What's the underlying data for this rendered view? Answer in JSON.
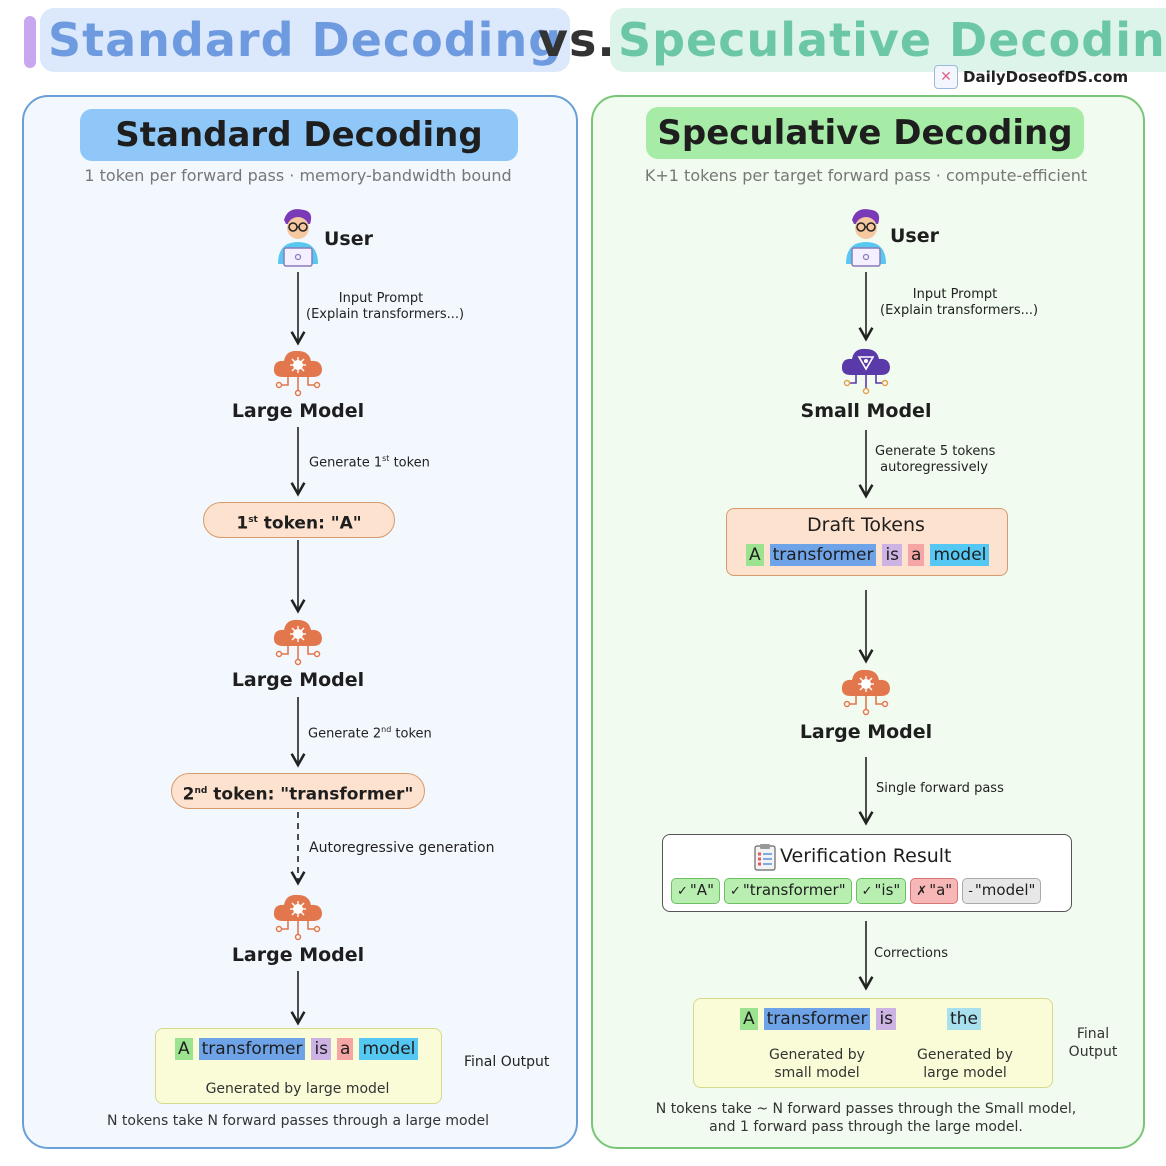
{
  "header": {
    "title_left": "Standard Decoding",
    "vs": "vs.",
    "title_right": "Speculative Decoding",
    "brand": "DailyDoseofDS.com"
  },
  "left": {
    "title": "Standard Decoding",
    "subtitle": "1 token per forward pass · memory-bandwidth bound",
    "user": "User",
    "edge_prompt_1": "Input Prompt",
    "edge_prompt_2": "(Explain transformers...)",
    "model1": "Large Model",
    "edge_gen1_a": "Generate 1",
    "edge_gen1_sup": "st",
    "edge_gen1_b": " token",
    "token1_a": "1",
    "token1_sup": "st",
    "token1_b": " token: \"A\"",
    "model2": "Large Model",
    "edge_gen2_a": "Generate 2",
    "edge_gen2_sup": "nd",
    "edge_gen2_b": " token",
    "token2_a": "2",
    "token2_sup": "nd",
    "token2_b": " token: \"transformer\"",
    "edge_auto": "Autoregressive generation",
    "model3": "Large Model",
    "output_words": [
      "A",
      "transformer",
      "is",
      "a",
      "model"
    ],
    "output_caption": "Generated by large model",
    "final_output": "Final Output",
    "footer": "N tokens take N forward passes through a large model"
  },
  "right": {
    "title": "Speculative Decoding",
    "subtitle": "K+1 tokens per target forward pass · compute-efficient",
    "user": "User",
    "edge_prompt_1": "Input Prompt",
    "edge_prompt_2": "(Explain transformers...)",
    "small_model": "Small Model",
    "edge_gen_1": "Generate 5 tokens",
    "edge_gen_2": "autoregressively",
    "draft_title": "Draft Tokens",
    "draft_words": [
      "A",
      "transformer",
      "is",
      "a",
      "model"
    ],
    "large_model": "Large Model",
    "edge_single": "Single forward pass",
    "verify_title": "Verification Result",
    "verify_chips": [
      {
        "mark": "✓",
        "text": "\"A\""
      },
      {
        "mark": "✓",
        "text": "\"transformer\""
      },
      {
        "mark": "✓",
        "text": "\"is\""
      },
      {
        "mark": "✗",
        "text": "\"a\""
      },
      {
        "mark": "-",
        "text": "\"model\""
      }
    ],
    "edge_corrections": "Corrections",
    "final_small_words": [
      "A",
      "transformer",
      "is"
    ],
    "final_large_word": "the",
    "cap_small_1": "Generated by",
    "cap_small_2": "small model",
    "cap_large_1": "Generated by",
    "cap_large_2": "large model",
    "final_output_1": "Final",
    "final_output_2": "Output",
    "footer_1": "N tokens take ~ N forward passes through the Small model,",
    "footer_2": "and 1 forward pass through the large model."
  },
  "colors": {
    "large_model": "#e2774d",
    "small_model": "#5a3aa8",
    "panel_left_border": "#6aa0d8",
    "panel_right_border": "#79c679"
  }
}
